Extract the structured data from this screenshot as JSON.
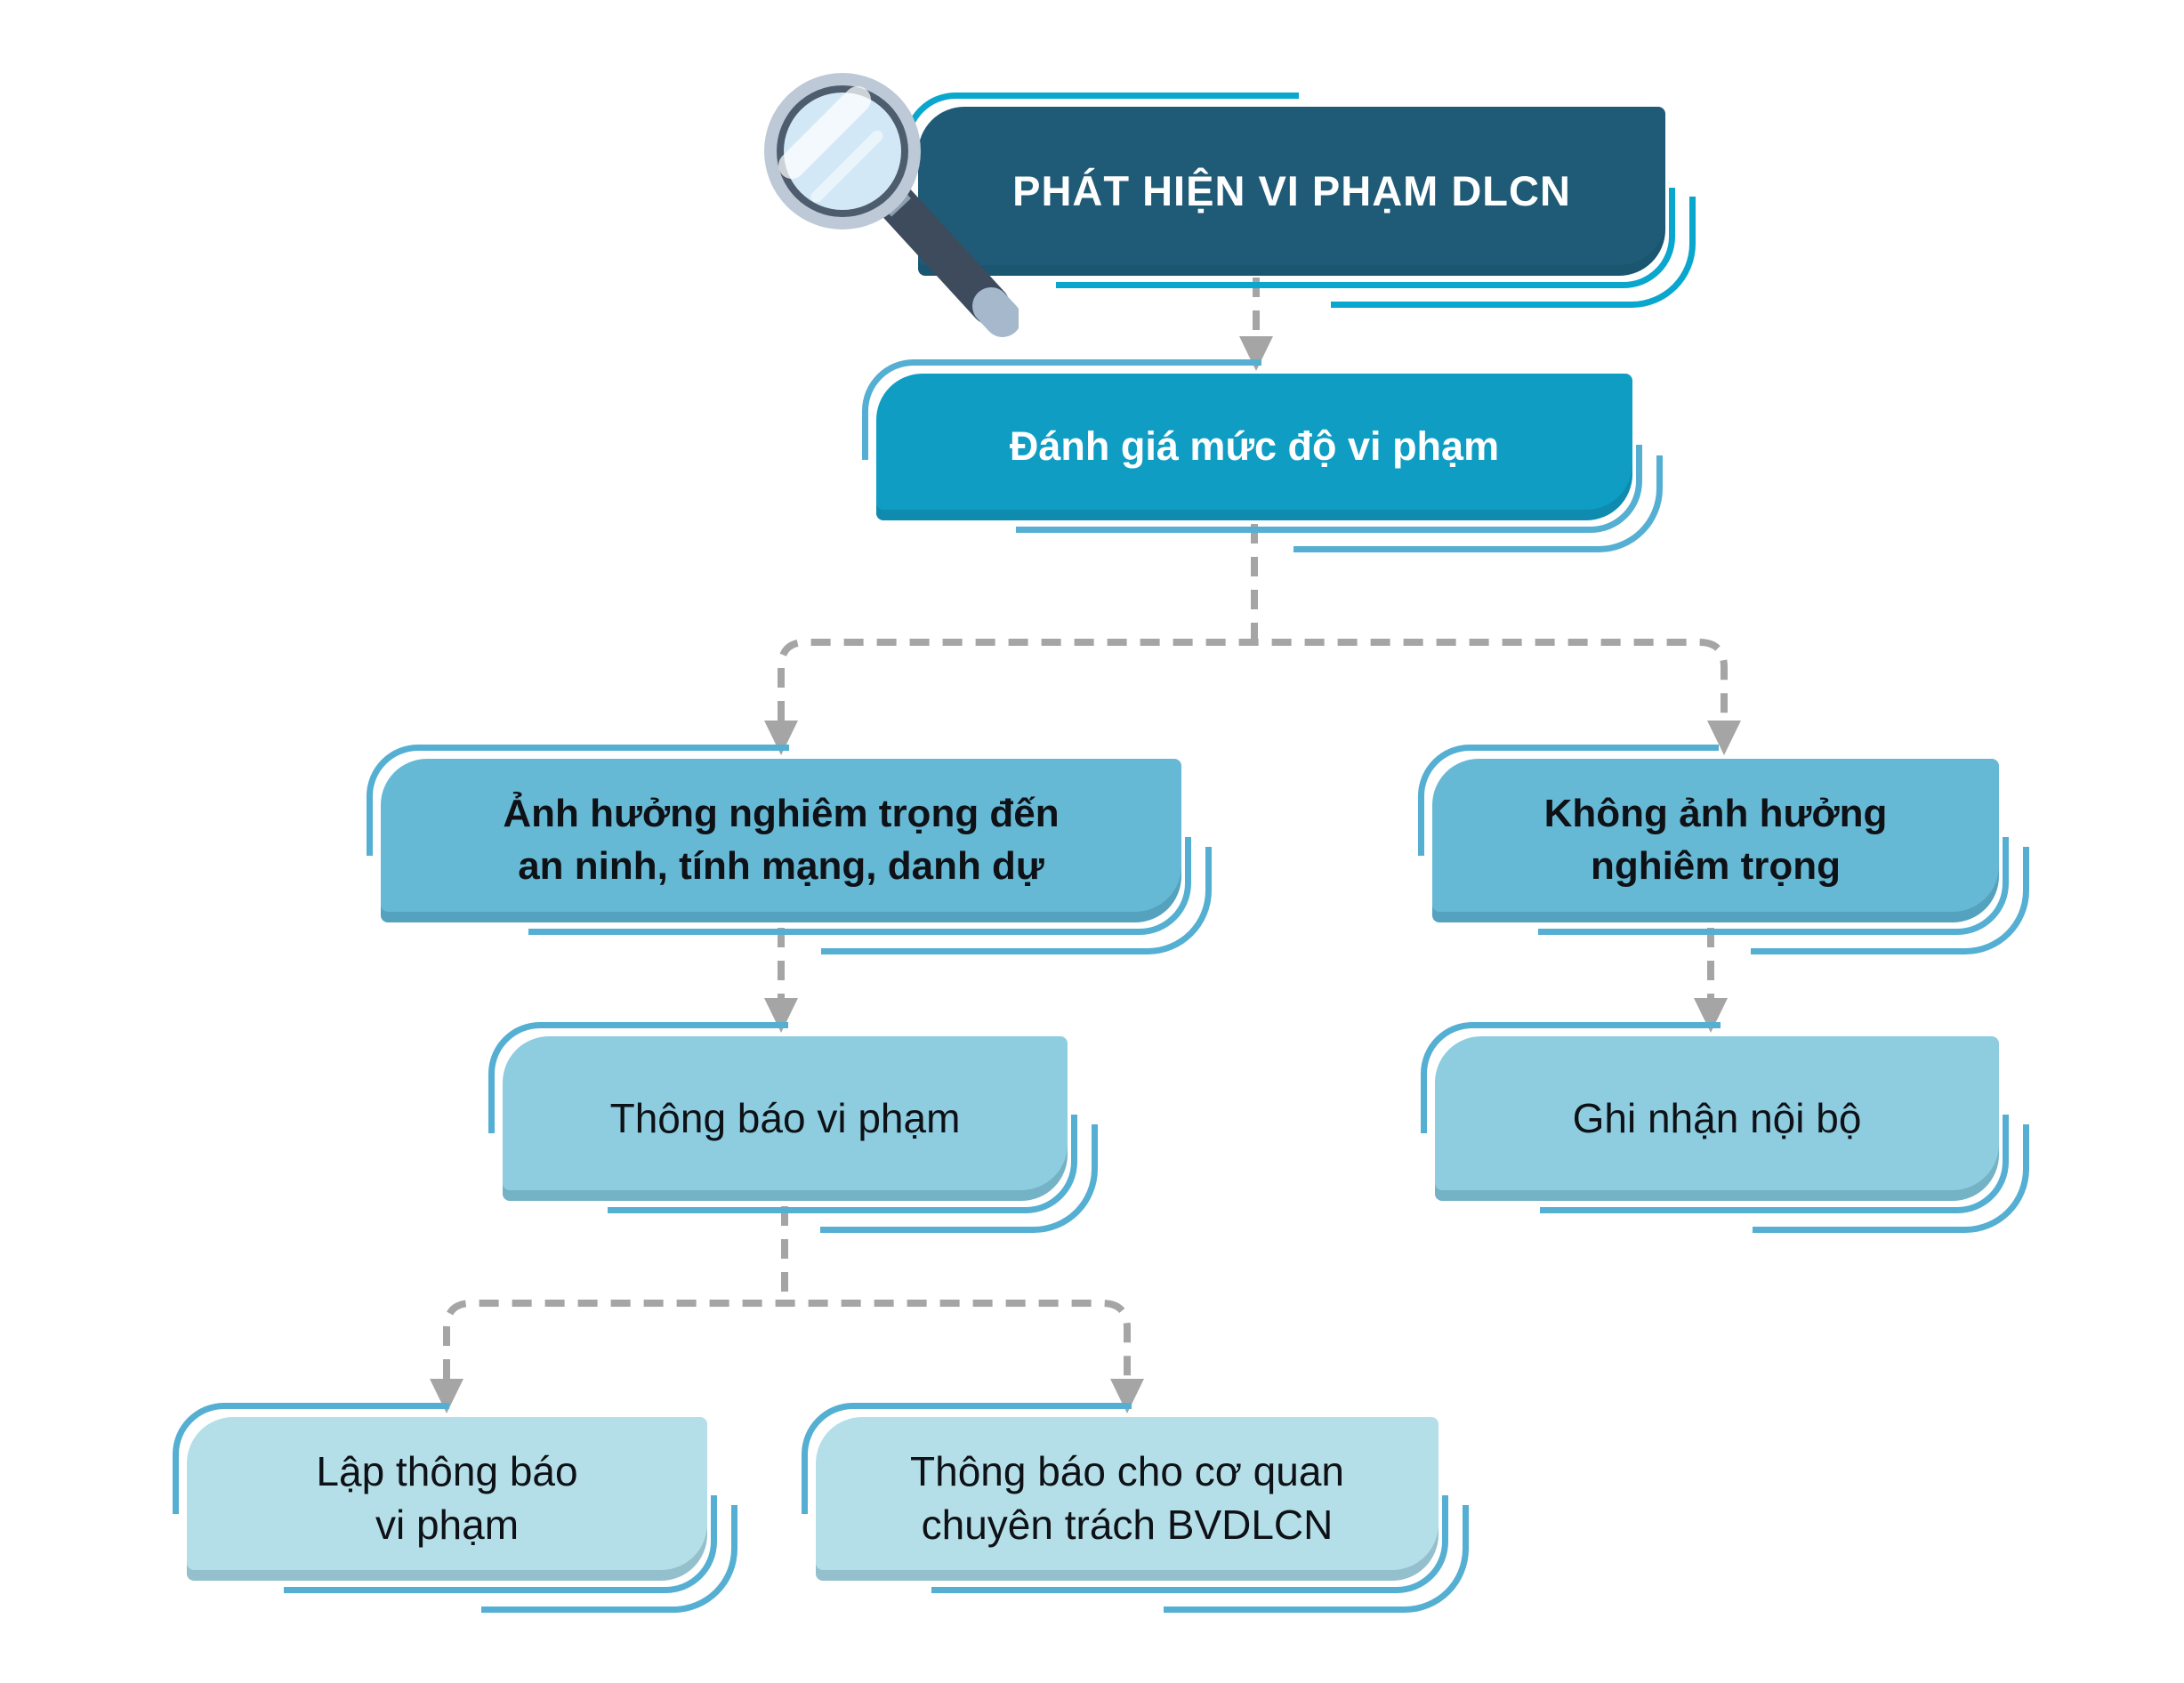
{
  "palette": {
    "bg": "#ffffff",
    "level1": "#1f5b76",
    "level2": "#0f9dc4",
    "level3": "#66b9d5",
    "level4": "#8ecde0",
    "level5": "#b5dfe8",
    "acc-bright": "#09a6cd",
    "acc-soft": "#54afd2",
    "connector": "#a5a5a5",
    "text-dark": "#0e1116",
    "text-light": "#ffffff"
  },
  "icon": {
    "name": "magnifier-icon"
  },
  "nodes": {
    "detect": {
      "lines": [
        "PHÁT HIỆN VI PHẠM DLCN"
      ]
    },
    "assess": {
      "lines": [
        "Đánh giá mức độ vi phạm"
      ]
    },
    "serious": {
      "lines": [
        "Ảnh hưởng nghiêm trọng đến",
        "an ninh, tính mạng, danh dự"
      ]
    },
    "not_serious": {
      "lines": [
        "Không ảnh hưởng",
        "nghiêm trọng"
      ]
    },
    "notify": {
      "lines": [
        "Thông báo vi phạm"
      ]
    },
    "internal": {
      "lines": [
        "Ghi nhận nội bộ"
      ]
    },
    "draft": {
      "lines": [
        "Lập thông báo",
        "vi phạm"
      ]
    },
    "agency": {
      "lines": [
        "Thông báo cho cơ quan",
        "chuyên trách BVDLCN"
      ]
    }
  }
}
